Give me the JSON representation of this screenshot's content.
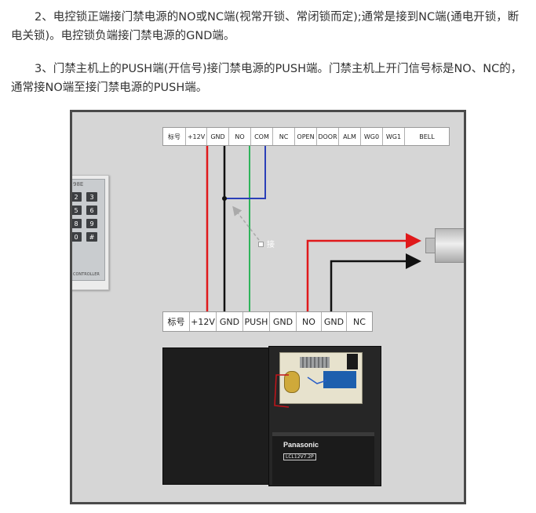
{
  "paragraphs": {
    "p2": "2、电控锁正端接门禁电源的NO或NC端(视常开锁、常闭锁而定);通常是接到NC端(通电开锁，断电关锁)。电控锁负端接门禁电源的GND端。",
    "p3": "3、门禁主机上的PUSH端(开信号)接门禁电源的PUSH端。门禁主机上开门信号标是NO、NC的，通常接NO端至接门禁电源的PUSH端。"
  },
  "diagram": {
    "top_terminals": [
      "标号",
      "+12V",
      "GND",
      "NO",
      "COM",
      "NC",
      "OPEN",
      "DOOR",
      "ALM",
      "WG0",
      "WG1",
      "BELL"
    ],
    "bottom_terminals": [
      "标号",
      "+12V",
      "GND",
      "PUSH",
      "GND",
      "NO",
      "GND",
      "NC"
    ],
    "keypad": {
      "model": "98E",
      "keys": [
        "2",
        "3",
        "5",
        "6",
        "8",
        "9",
        "0",
        "#"
      ],
      "controller": "CONTROLLER"
    },
    "button_label": "接",
    "battery": {
      "brand": "Panasonic",
      "model": "LCL12V7.2P"
    },
    "wire_colors": {
      "power": "#e0191b",
      "ground": "#111111",
      "push": "#2fb35a",
      "com": "#2a3fb8",
      "signal": "#888888"
    }
  }
}
